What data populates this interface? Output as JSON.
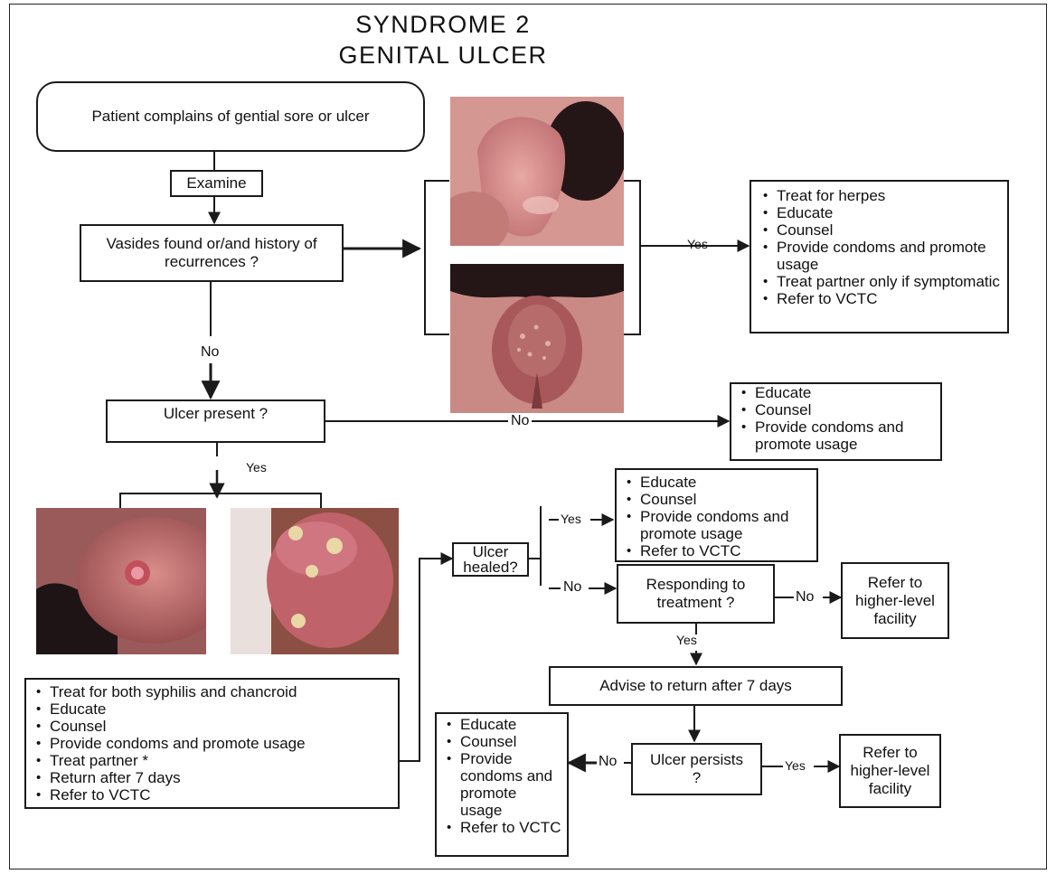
{
  "title": {
    "line1": "SYNDROME 2",
    "line2": "GENITAL ULCER"
  },
  "nodes": {
    "start": "Patient complains of gential sore or ulcer",
    "examine": "Examine",
    "vesicles_q": "Vasides found or/and history of recurrences ?",
    "ulcer_present_q": "Ulcer present ?",
    "ulcer_healed_q": "Ulcer healed?",
    "responding_q": "Responding to treatment ?",
    "advise": "Advise to return after 7 days",
    "ulcer_persists_q": "Ulcer persists ?",
    "refer_higher_1": "Refer to higher-level facility",
    "refer_higher_2": "Refer to higher-level facility"
  },
  "lists": {
    "herpes": [
      "Treat for herpes",
      "Educate",
      "Counsel",
      "Provide condoms and promote usage",
      "Treat partner only if symptomatic",
      "Refer to VCTC"
    ],
    "no_ulcer": [
      "Educate",
      "Counsel",
      "Provide condoms and promote usage"
    ],
    "treat_both": [
      "Treat for both syphilis and chancroid",
      "Educate",
      "Counsel",
      "Provide condoms and promote usage",
      "Treat partner *",
      "Return after 7 days",
      "Refer to VCTC"
    ],
    "healed_yes": [
      "Educate",
      "Counsel",
      "Provide condoms and promote usage",
      "Refer to VCTC"
    ],
    "persists_no": [
      "Educate",
      "Counsel",
      "Provide condoms and promote usage",
      "Refer to VCTC"
    ]
  },
  "edge_labels": {
    "no_1": "No",
    "yes_herpes": "Yes",
    "no_ulcer": "No",
    "yes_ulcer": "Yes",
    "yes_healed": "Yes",
    "no_healed": "No",
    "no_responding": "No",
    "yes_responding": "Yes",
    "no_persists": "No",
    "yes_persists": "Yes"
  },
  "colors": {
    "line": "#1a1a1a",
    "skin_light": "#d98e8a",
    "skin_dark": "#a84f52",
    "hair": "#1f1415"
  }
}
